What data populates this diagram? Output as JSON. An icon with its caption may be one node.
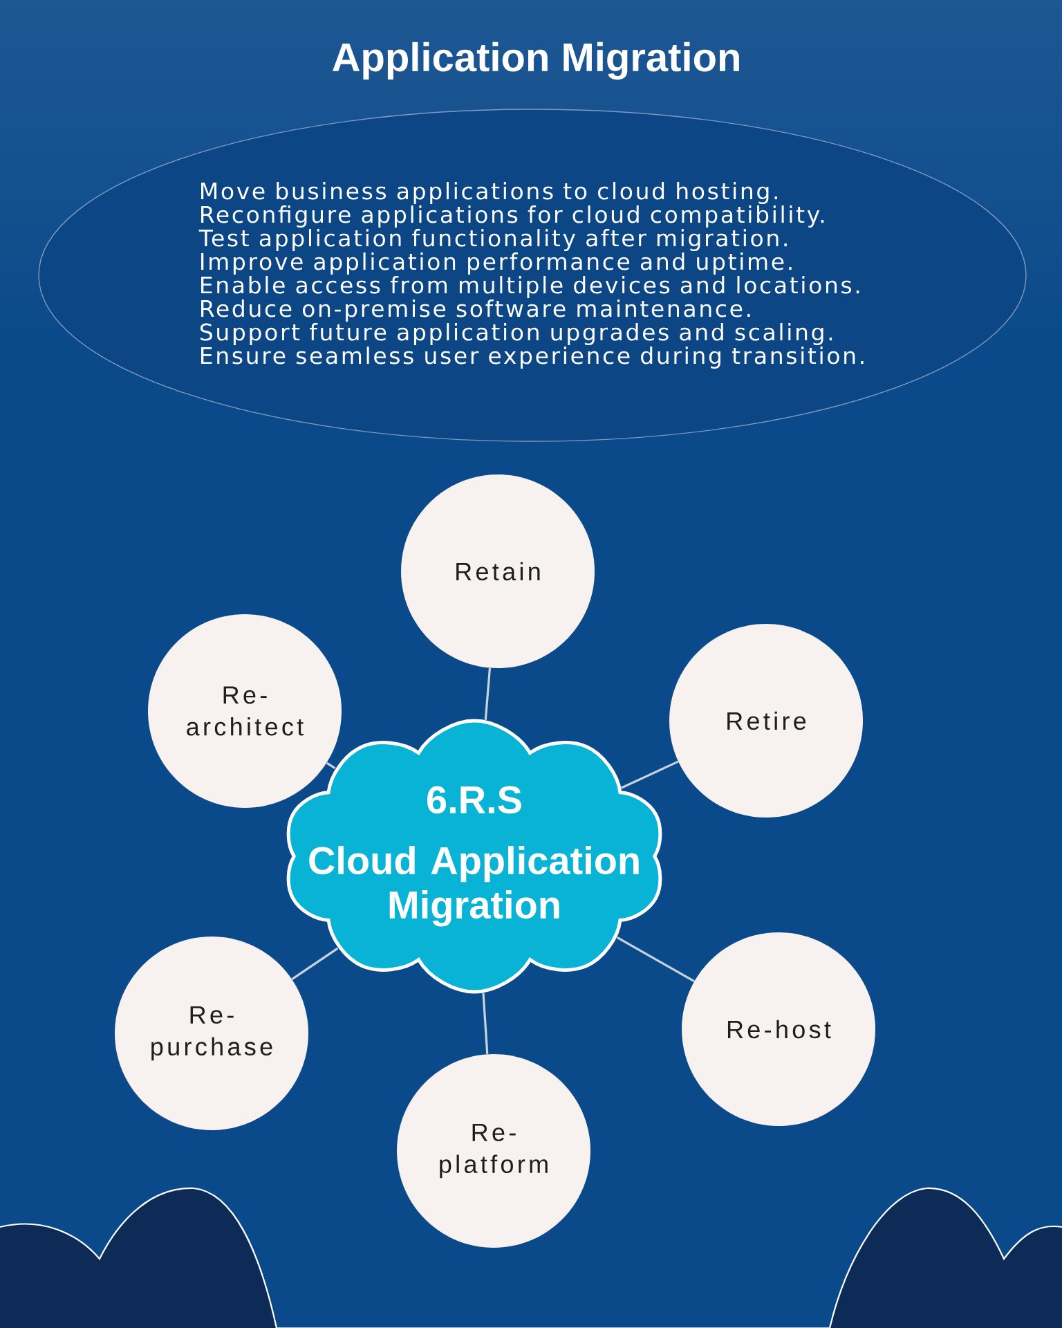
{
  "diagram": {
    "title": "Application Migration",
    "nodes": [
      {
        "text": [
          "Move business applications to cloud hosting.",
          "Reconfigure applications for cloud compatibility.",
          "Test application functionality after migration.",
          "Improve application performance and uptime.",
          "Enable access from multiple devices and locations.",
          "Reduce on-premise software maintenance.",
          "Support future application upgrades and scaling.",
          "Ensure seamless user experience during transition."
        ]
      },
      {
        "text": [
          "6.R.S",
          "Cloud Application Migration"
        ]
      },
      {
        "text": [
          "Retain"
        ]
      },
      {
        "text": [
          "Retire"
        ]
      },
      {
        "text": [
          "Re-host"
        ]
      },
      {
        "text": [
          "Re-platform"
        ]
      },
      {
        "text": [
          "Re-purchase"
        ]
      },
      {
        "text": [
          "Re-architect"
        ]
      }
    ],
    "edges": [
      {
        "from": 1,
        "to": 2,
        "arrow": "none"
      },
      {
        "from": 1,
        "to": 3,
        "arrow": "none"
      },
      {
        "from": 1,
        "to": 4,
        "arrow": "none"
      },
      {
        "from": 1,
        "to": 5,
        "arrow": "none"
      },
      {
        "from": 1,
        "to": 6,
        "arrow": "none"
      },
      {
        "from": 1,
        "to": 7,
        "arrow": "none"
      }
    ]
  }
}
